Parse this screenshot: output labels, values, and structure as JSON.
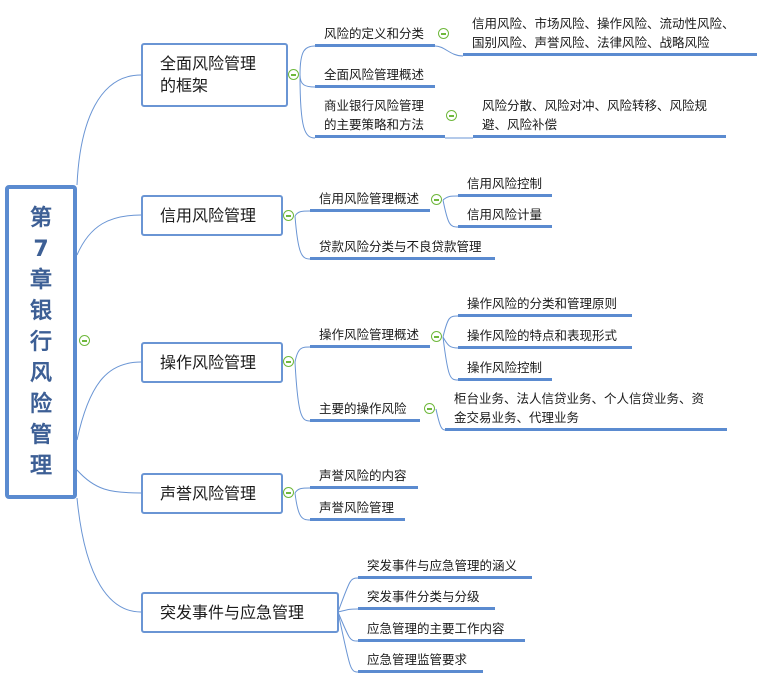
{
  "root": {
    "chars": [
      "第",
      "7",
      "章",
      "银",
      "行",
      "风",
      "险",
      "管",
      "理"
    ]
  },
  "branches": [
    {
      "label": [
        "全面风险管理",
        "的框架"
      ],
      "children": [
        {
          "label": [
            "风险的定义和分类"
          ],
          "leaf": [
            "信用风险、市场风险、操作风险、流动性风险、",
            "国别风险、声誉风险、法律风险、战略风险"
          ]
        },
        {
          "label": [
            "全面风险管理概述"
          ]
        },
        {
          "label": [
            "商业银行风险管理",
            "的主要策略和方法"
          ],
          "leaf": [
            "风险分散、风险对冲、风险转移、风险规",
            "避、风险补偿"
          ]
        }
      ]
    },
    {
      "label": [
        "信用风险管理"
      ],
      "children": [
        {
          "label": [
            "信用风险管理概述"
          ],
          "leaves": [
            "信用风险控制",
            "信用风险计量"
          ]
        },
        {
          "label": [
            "贷款风险分类与不良贷款管理"
          ]
        }
      ]
    },
    {
      "label": [
        "操作风险管理"
      ],
      "children": [
        {
          "label": [
            "操作风险管理概述"
          ],
          "leaves": [
            "操作风险的分类和管理原则",
            "操作风险的特点和表现形式",
            "操作风险控制"
          ]
        },
        {
          "label": [
            "主要的操作风险"
          ],
          "leaf": [
            "柜台业务、法人信贷业务、个人信贷业务、资",
            "金交易业务、代理业务"
          ]
        }
      ]
    },
    {
      "label": [
        "声誉风险管理"
      ],
      "children": [
        {
          "label": [
            "声誉风险的内容"
          ]
        },
        {
          "label": [
            "声誉风险管理"
          ]
        }
      ]
    },
    {
      "label": [
        "突发事件与应急管理"
      ],
      "children": [
        {
          "label": [
            "突发事件与应急管理的涵义"
          ]
        },
        {
          "label": [
            "突发事件分类与分级"
          ]
        },
        {
          "label": [
            "应急管理的主要工作内容"
          ]
        },
        {
          "label": [
            "应急管理监管要求"
          ]
        }
      ]
    }
  ]
}
